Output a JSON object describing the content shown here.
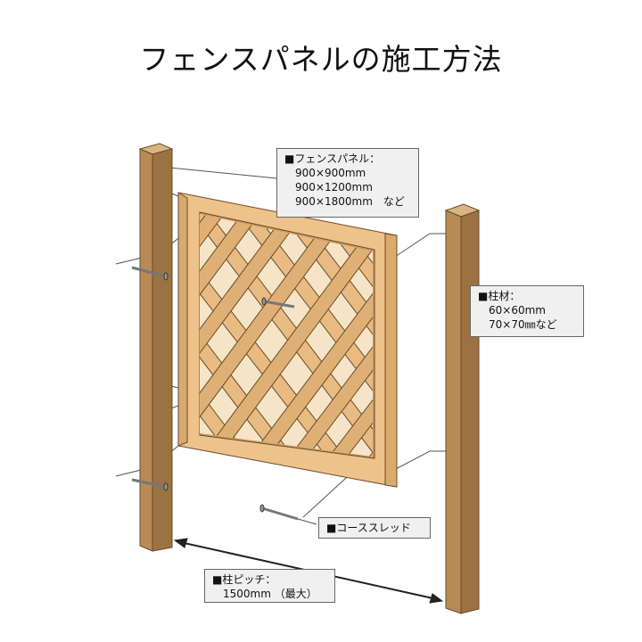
{
  "title": "フェンスパネルの施工方法",
  "callouts": {
    "panel": {
      "heading": "■フェンスパネル：",
      "lines": [
        "900×900mm",
        "900×1200mm",
        "900×1800mm　など"
      ]
    },
    "post": {
      "heading": "■柱材：",
      "lines": [
        "60×60mm",
        "70×70㎜など"
      ]
    },
    "screw": {
      "heading": "■コーススレッド"
    },
    "pitch": {
      "heading": "■柱ピッチ：",
      "lines": [
        "1500mm （最大）"
      ]
    }
  },
  "colors": {
    "post_front": "#b88a55",
    "post_side": "#9c7242",
    "post_top": "#d7b585",
    "panel_frame": "#eec28b",
    "lattice": "#e8bb83",
    "outline": "#6b4a28",
    "callout_bg": "#f0f0f0"
  }
}
